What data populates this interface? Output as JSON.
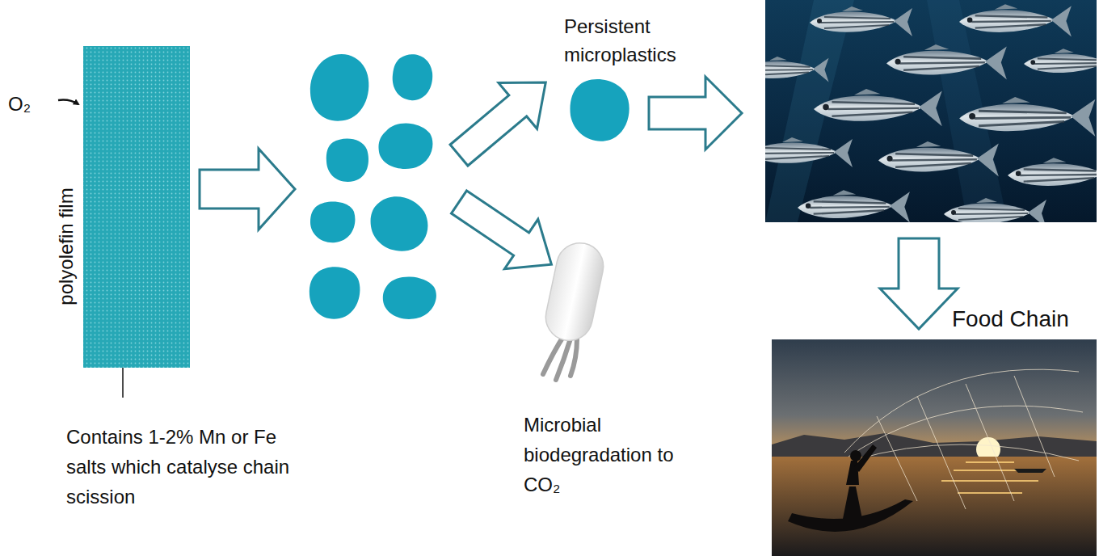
{
  "diagram": {
    "nodes": [
      {
        "text": [
          "polyolefin film"
        ]
      },
      {
        "text": [
          "Persistent microplastics"
        ]
      },
      {
        "text": [
          "Microbial biodegradation to CO₂"
        ]
      }
    ],
    "labels": [
      "O₂",
      "Contains 1-2% Mn or Fe salts which catalyse chain scission",
      "Food Chain"
    ]
  }
}
